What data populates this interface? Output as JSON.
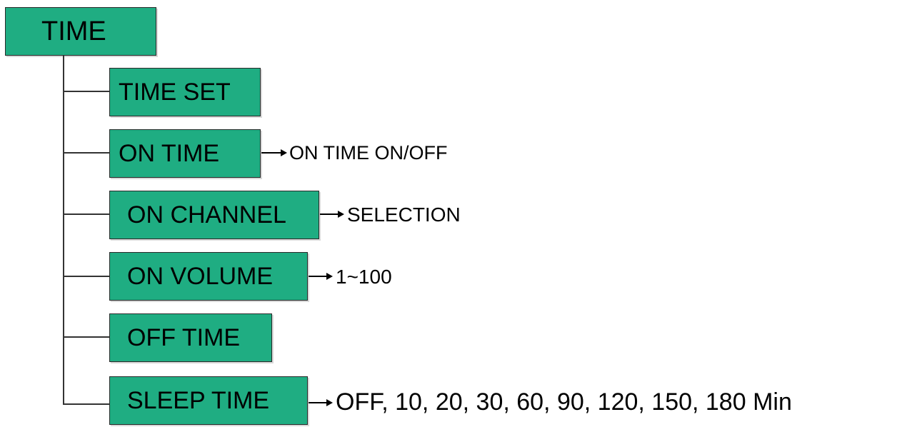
{
  "root": {
    "label": "TIME"
  },
  "items": [
    {
      "label": "TIME SET",
      "note": ""
    },
    {
      "label": "ON TIME",
      "note": "ON TIME ON/OFF"
    },
    {
      "label": "ON CHANNEL",
      "note": "SELECTION"
    },
    {
      "label": "ON VOLUME",
      "note": "1~100"
    },
    {
      "label": "OFF TIME",
      "note": ""
    },
    {
      "label": "SLEEP TIME",
      "note": "OFF, 10, 20, 30, 60, 90, 120, 150, 180 Min"
    }
  ],
  "colors": {
    "box_fill": "#1fad82",
    "box_border": "#2a2a2a",
    "connector": "#333333"
  }
}
